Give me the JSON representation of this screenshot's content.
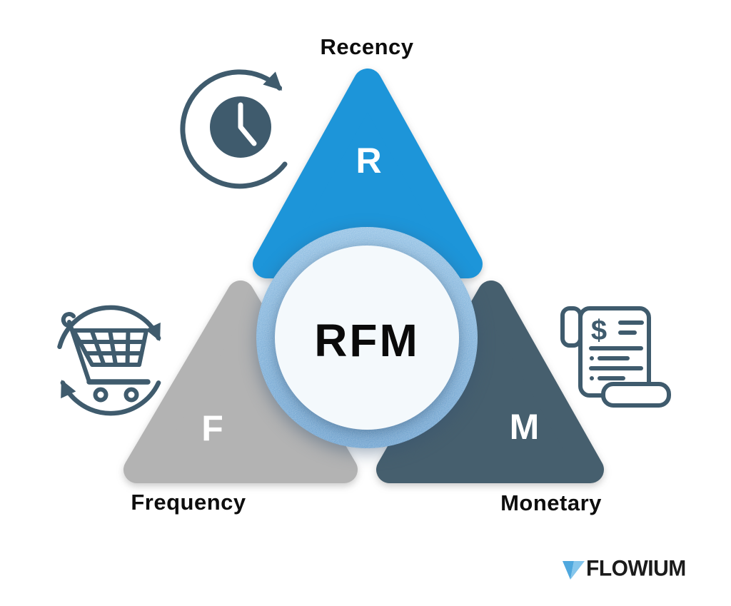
{
  "diagram": {
    "center_label": "RFM",
    "segments": [
      {
        "letter": "R",
        "label": "Recency"
      },
      {
        "letter": "F",
        "label": "Frequency"
      },
      {
        "letter": "M",
        "label": "Monetary"
      }
    ]
  },
  "icons": {
    "recency_icon": "history-clock-icon",
    "frequency_icon": "repeat-cart-icon",
    "monetary_icon": "receipt-icon",
    "receipt_dollar": "$"
  },
  "colors": {
    "recency_blue": "#1d95d9",
    "frequency_gray": "#b3b3b3",
    "monetary_slate": "#465f6e",
    "icon_stroke": "#3f5b6d",
    "ring_top": "#93c1e4",
    "ring_bottom": "#6fa3d0",
    "center_fill": "#f4f9fc",
    "label_text": "#0d0d0d",
    "logo_text": "#1b1b1b",
    "logo_mark_left": "#4fa8de",
    "logo_mark_right": "#85c6ec"
  },
  "logo": {
    "text": "FLOWIUM"
  }
}
